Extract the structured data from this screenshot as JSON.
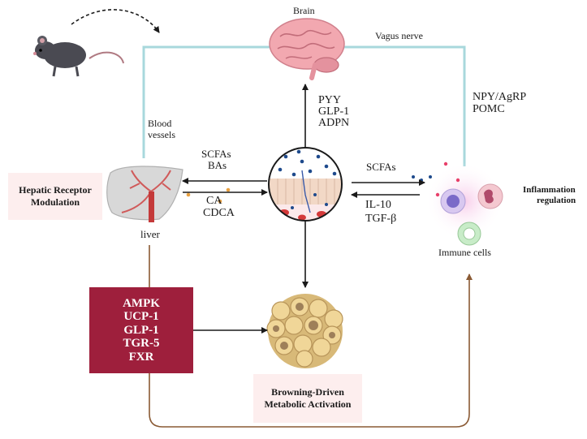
{
  "labels": {
    "brain": "Brain",
    "vagus_nerve": "Vagus nerve",
    "blood_vessels_1": "Blood",
    "blood_vessels_2": "vessels",
    "npy_agrp": "NPY/AgRP",
    "pomc": "POMC",
    "pyy": "PYY",
    "glp1_top": "GLP-1",
    "adpn": "ADPN",
    "scfas_left": "SCFAs",
    "bas": "BAs",
    "ca": "CA",
    "cdca": "CDCA",
    "scfas_right": "SCFAs",
    "il10": "IL-10",
    "tgf_beta": "TGF-β",
    "liver": "liver",
    "immune_cells": "Immune cells",
    "inflammation_1": "Inflammation",
    "inflammation_2": "regulation"
  },
  "boxes": {
    "hepatic_line1": "Hepatic Receptor",
    "hepatic_line2": "Modulation",
    "browning_line1": "Browning-Driven",
    "browning_line2": "Metabolic Activation",
    "markers": [
      "AMPK",
      "UCP-1",
      "GLP-1",
      "TGR-5",
      "FXR"
    ]
  },
  "colors": {
    "vagus_line": "#a8d8dc",
    "arrow": "#1a1a1a",
    "feedback_line": "#8a5a34",
    "marker_box": "#9e1f3c",
    "label_box_bg": "#fdeeee",
    "liver": "#d8d8d8",
    "brain": "#f2a8b0",
    "fat_cell": "#e6c78a"
  }
}
